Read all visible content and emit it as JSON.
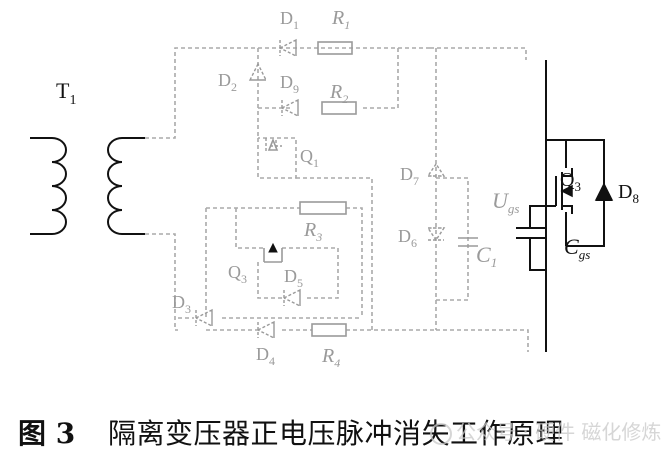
{
  "diagram": {
    "labels": {
      "T1": {
        "base": "T",
        "sub": "1"
      },
      "D1": {
        "base": "D",
        "sub": "1"
      },
      "R1": {
        "base": "R",
        "sub": "1"
      },
      "D2": {
        "base": "D",
        "sub": "2"
      },
      "D9": {
        "base": "D",
        "sub": "9"
      },
      "R2": {
        "base": "R",
        "sub": "2"
      },
      "Q1": {
        "base": "Q",
        "sub": "1"
      },
      "D7": {
        "base": "D",
        "sub": "7"
      },
      "Q3": {
        "base": "Q",
        "sub": "3"
      },
      "D8": {
        "base": "D",
        "sub": "8"
      },
      "Ugs": {
        "base": "U",
        "sub": "gs"
      },
      "R3": {
        "base": "R",
        "sub": "3"
      },
      "D6": {
        "base": "D",
        "sub": "6"
      },
      "Cgs": {
        "base": "C",
        "sub": "gs"
      },
      "Q3_left": {
        "base": "Q",
        "sub": "3"
      },
      "D5": {
        "base": "D",
        "sub": "5"
      },
      "C1": {
        "base": "C",
        "sub": "1"
      },
      "D3": {
        "base": "D",
        "sub": "3"
      },
      "D4": {
        "base": "D",
        "sub": "4"
      },
      "R4": {
        "base": "R",
        "sub": "4"
      }
    }
  },
  "caption": {
    "number": "图 3",
    "text": "隔离变压器正电压脉冲消失工作原理"
  },
  "watermark": {
    "text": "公众号 · 硬件 磁化修炼"
  },
  "colors": {
    "ink": "#111111",
    "grey": "#9a9a9a",
    "dashed": "#a8a8a8"
  }
}
